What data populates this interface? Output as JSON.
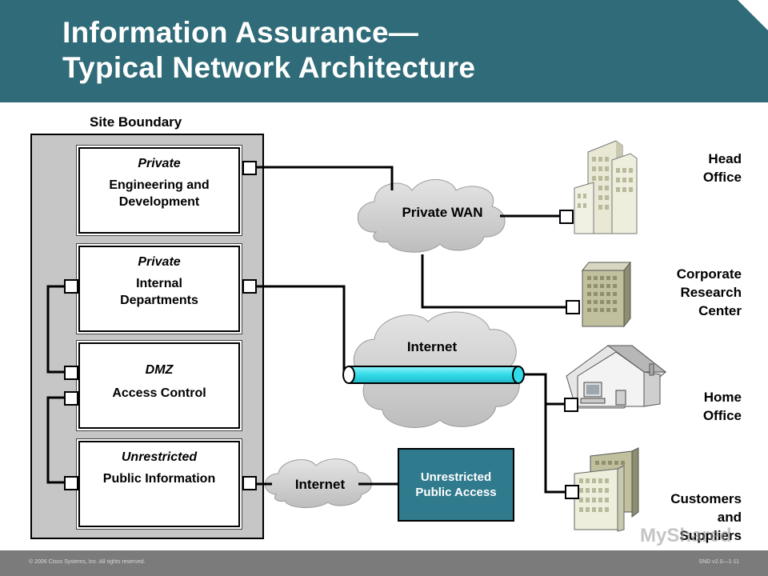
{
  "header": {
    "title_line1": "Information Assurance—",
    "title_line2": "Typical Network Architecture"
  },
  "site_boundary": {
    "label": "Site Boundary"
  },
  "zones": [
    {
      "head": "Private",
      "body": "Engineering and Development"
    },
    {
      "head": "Private",
      "body": "Internal Departments"
    },
    {
      "head": "DMZ",
      "body": "Access Control"
    },
    {
      "head": "Unrestricted",
      "body": "Public Information"
    }
  ],
  "clouds": {
    "private_wan": "Private WAN",
    "internet_main": "Internet",
    "internet_public": "Internet"
  },
  "public_access": {
    "label": "Unrestricted Public Access"
  },
  "sites": [
    {
      "name": "Head\nOffice",
      "icon": "office-tower-icon"
    },
    {
      "name": "Corporate\nResearch\nCenter",
      "icon": "research-building-icon"
    },
    {
      "name": "Home\nOffice",
      "icon": "house-computer-icon"
    },
    {
      "name": "Customers\nand\nSuppliers",
      "icon": "buildings-icon"
    }
  ],
  "footer": {
    "copyright": "© 2006 Cisco Systems, Inc. All rights reserved.",
    "course": "SND v2.0—1-11"
  },
  "watermark": "MyShared",
  "colors": {
    "header": "#2f6b78",
    "tunnel": "#3fe3f0",
    "access_box": "#2f7a8c",
    "site_boundary": "#c6c6c6"
  }
}
